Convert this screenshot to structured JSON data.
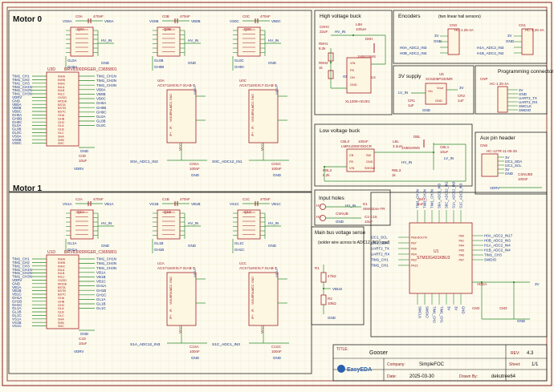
{
  "colors": {
    "paper": "#fdfbee",
    "grid": "#efe9cf",
    "border": "#8a1c1c",
    "wire": "#2b8a2b",
    "part": "#a4202a",
    "label": "#1a1aa8",
    "net": "#102f8c",
    "text": "#111111",
    "eda_blue": "#2a5fb0"
  },
  "motor0": {
    "title": "Motor 0",
    "driver": {
      "ref": "U3D",
      "part": "DRV8300DRGER_C3655801",
      "left_pins": [
        "INHA",
        "INHB",
        "INHC",
        "INLA",
        "INLB",
        "INLC",
        "GVDD",
        "MODE",
        "BSTA",
        "BSTB",
        "BSTC",
        "GHA",
        "GHB",
        "GHC",
        "GLA",
        "GLB",
        "GLC",
        "SHA",
        "SHB",
        "SHC"
      ],
      "left_nets": [
        "TIM1_CH1",
        "TIM1_CH2",
        "TIM1_CH3",
        "TIM1_CH1N",
        "TIM1_CH2N",
        "TIM1_CH3N",
        "VDRV",
        "GND",
        "VB0A",
        "VB0B",
        "VB0C",
        "GH0A",
        "GH0B",
        "GH0C",
        "GL0A",
        "GL0B",
        "GL0C",
        "VS0A",
        "VS0B",
        "VS0C"
      ],
      "right_nets": [
        "TIM1_CH1N",
        "TIM1_CH2N",
        "TIM1_CH3N",
        "VB0A",
        "VB0B",
        "VB0C",
        "GH0A",
        "GH0B",
        "GH0C",
        "GL0A",
        "GL0B",
        "GL0C"
      ]
    },
    "cap_labels": [
      "C0A",
      "C0B",
      "C0C",
      "C0D"
    ],
    "cap_values": [
      "470nF",
      "470nF",
      "470nF",
      "10uF"
    ],
    "nets_top": [
      "VS0A",
      "VB0A",
      "VS0B",
      "VB0B",
      "VS0C",
      "VB0C"
    ],
    "mosfet_labels": [
      "Q0A",
      "Q0B",
      "Q0C"
    ],
    "gate_labels": [
      "GL0A",
      "GH0A",
      "GL0B",
      "GH0B",
      "GL0C",
      "GH0C"
    ],
    "hv": "HV_IN",
    "gnd": "GND",
    "vdrv": "VDRV",
    "sensors": [
      {
        "ref": "U0A",
        "part": "ACS711KEXLT-31AB-T",
        "out": "S0A_ADC1_IN3",
        "cap": "C0SA",
        "capv": "100nF"
      },
      {
        "ref": "U0C",
        "part": "ACS711KEXLT-31AB-T",
        "out": "S0C_ADC12_IN1",
        "cap": "C0SC",
        "capv": "100nF"
      }
    ],
    "sensor_pins": [
      "IP+",
      "IP-",
      "VIOUT",
      "#FAULT",
      "VCC",
      "GND"
    ],
    "vcc": "VCC"
  },
  "motor1": {
    "title": "Motor 1",
    "driver": {
      "ref": "U1D",
      "part": "DRV8300DRGER_C3655801",
      "left_nets": [
        "TIM1_CH1",
        "TIM1_CH2",
        "TIM1_CH3",
        "TIM1_CH1N",
        "TIM1_CH2N",
        "TIM1_CH3N",
        "VDRV",
        "GND",
        "VB1A",
        "VB1B",
        "VB1C",
        "GH1A",
        "GH1B",
        "GH1C",
        "GL1A",
        "GL1B",
        "GL1C",
        "VS1A",
        "VS1B",
        "VS1C"
      ],
      "right_nets": [
        "TIM1_CH1N",
        "TIM1_CH2N",
        "TIM1_CH3N",
        "VB1A",
        "VB1B",
        "VB1C",
        "GH1A",
        "GH1B",
        "GH1C",
        "GL1A",
        "GL1B",
        "GL1C"
      ]
    },
    "cap_labels": [
      "C1A",
      "C1B",
      "C1C",
      "C1D"
    ],
    "cap_values": [
      "470nF",
      "470nF",
      "470nF",
      "10uF"
    ],
    "nets_top": [
      "VS1A",
      "VB1A",
      "VS1B",
      "VB1B",
      "VS1C",
      "VB1C"
    ],
    "mosfet_labels": [
      "Q1A",
      "Q1B",
      "Q1C"
    ],
    "gate_labels": [
      "GL1A",
      "GH1A",
      "GL1B",
      "GH1B",
      "GL1C",
      "GH1C"
    ],
    "sensors": [
      {
        "ref": "U1A",
        "part": "ACS711KEXLT-31AB-T",
        "out": "S1A_ADC12_IN3",
        "cap": "C1SA",
        "capv": "100nF"
      },
      {
        "ref": "U1C",
        "part": "ACS711KEXLT-31AB-T",
        "out": "S1C_ADC1_IN3",
        "cap": "C1SC",
        "capv": "100nF"
      }
    ]
  },
  "hvbuck": {
    "title": "High voltage buck",
    "l": "L8H",
    "lv": "100uH",
    "c1": "C8HV",
    "c1v": "22uF",
    "d": "D8H",
    "dv": "1N5819WS",
    "r1": "R8H1",
    "r1v": "8.2k",
    "r2": "R8H2",
    "r2v": "1k",
    "u": "U4",
    "part": "XL1509-ADJE1",
    "hv": "HV_IN",
    "gnd": "GND",
    "pins": [
      "VIN",
      "FB",
      "ON",
      "GND"
    ]
  },
  "encoders": {
    "title": "Encoders",
    "note": "(two linear hall sensors)",
    "cn": "CN0",
    "cnp": "HC-1.25-4A",
    "cn2": "CN1",
    "cn2p": "HC-1.25-4A",
    "nets": [
      "3V",
      "GND",
      "H0A_ADC2_IN3",
      "H0B_ADC2_IN4",
      "H1A_ADC2_IN3",
      "H1B_ADC2_IN2"
    ]
  },
  "supply3v": {
    "title": "3V supply",
    "u": "U5",
    "part": "XC6206P332MR",
    "c1": "CR1",
    "c2": "CR2",
    "cv": "1uF",
    "lv": "LV_IN",
    "out": "3V",
    "gnd": "GND",
    "pins": [
      "Vin",
      "Vout",
      "GND"
    ]
  },
  "prog": {
    "title": "Programming connector",
    "cn": "CNP",
    "part": "HC-1.25-4A",
    "nets": [
      "3V",
      "GND",
      "UART2_TX",
      "UART2_RX",
      "SWCLK",
      "SWDIO"
    ]
  },
  "lvbuck": {
    "title": "Low voltage buck",
    "u": "U5",
    "part": "LMR14006YDDCR",
    "l": "LBL",
    "lv": "3.3uH",
    "c": "CBL0",
    "cv": "100nF",
    "d": "DBL",
    "dv": "1N5819WS",
    "cl": "CBL1",
    "clv": "10uF",
    "r1": "RBL2",
    "r1v": "8.2k",
    "r2": "RBL3",
    "r2v": "1k",
    "hv": "HV_IN",
    "lvin": "LV_IN",
    "pins": [
      "CB",
      "SW",
      "FB",
      "SHDN#",
      "VIN",
      "GND"
    ]
  },
  "aux": {
    "title": "Aux pin header",
    "cn": "CN6",
    "part": "HC-127R-11-05-25",
    "c": "CSNUB0",
    "cv": "100nF",
    "vdrv": "VDRV",
    "nets": [
      "3V",
      "I2C1_SDA",
      "I2C1_SCL",
      "3V",
      "GND"
    ]
  },
  "input": {
    "title": "Input holes",
    "h1": "H1",
    "h2": "H2",
    "d": "D1",
    "dv": "SMAJ24A-TR",
    "c": "C1-C15",
    "cv": "10uF",
    "c2": "CSNUB",
    "hv": "HV_IN",
    "gnd": "GND"
  },
  "bus": {
    "title": "Main bus voltage sense",
    "note": "(solder wire across to ADC12_IN10 pad)",
    "r1": "R1",
    "r1v": "47kΩ",
    "r2": "R2",
    "r2v": "10kΩ",
    "vbus": "VBUS",
    "gnd": "GND"
  },
  "mcu": {
    "ref": "U1",
    "part": "STM32G431KBU3",
    "vdd": "VDDA",
    "cap": "CM1",
    "capv": "1uF",
    "cm2": "CM2",
    "cm3": "CM3",
    "left": [
      "I2C1_SCL",
      "I2C1_SDA",
      "UART2_TX",
      "UART2_RX",
      "TIM1_CH1",
      "TIM1_CH1"
    ],
    "left_pins": [
      "PB8-BOOT0",
      "PB7",
      "PB6",
      "PB4",
      "PB3",
      "PA15"
    ],
    "top": [
      "TIM1_CH1N",
      "TIM1_CH2N",
      "TIM1_CH3N",
      "S0A_ADC1_IN3",
      "S0C_ADC12_IN1",
      "S1A_ADC12_IN3",
      "S1C_ADC1_IN3"
    ],
    "right": [
      "H0A_ADC2_IN17",
      "H0B_ADC2_IN3",
      "H1A_ADC2_IN4",
      "H1B_ADC2_IN4",
      "TIM1_CH3",
      "SWDIO"
    ],
    "right_pins": [
      "PA0",
      "PA1",
      "PA4",
      "PA5",
      "PA6",
      "PA7"
    ],
    "bottom": [
      "SWCLK",
      "SWDIO",
      "TIM1_CH2",
      "TIM1_CH1",
      "3V",
      "3V",
      "GND"
    ],
    "g3v": "3V",
    "gnd": "GND"
  },
  "titleblock": {
    "title_label": "TITLE:",
    "title": "Gooser",
    "rev_label": "REV:",
    "rev": "4.3",
    "company_label": "Company:",
    "company": "SimpleFOC",
    "sheet_label": "Sheet:",
    "sheet": "1/1",
    "date_label": "Date:",
    "date": "2025-03-30",
    "drawn_label": "Drawn By:",
    "drawn": "dekutree64",
    "brand": "EasyEDA"
  }
}
